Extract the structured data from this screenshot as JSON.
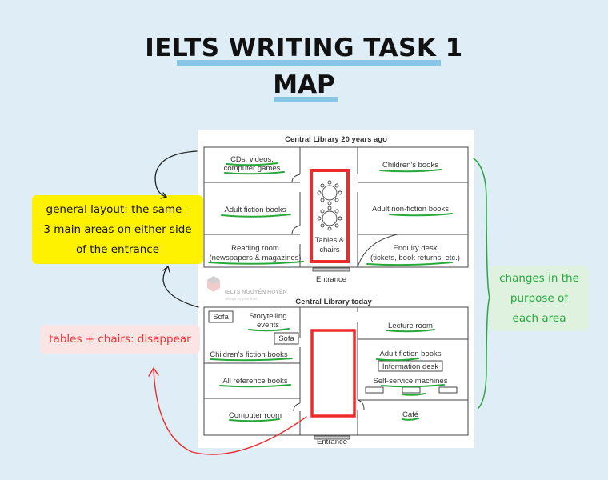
{
  "header": {
    "title": "IELTS WRITING TASK 1",
    "subtitle": "MAP"
  },
  "map_then": {
    "heading": "Central Library 20 years ago",
    "cds_1": "CDs, videos,",
    "cds_2": "computer games",
    "childrens": "Children's books",
    "adult_fiction": "Adult fiction books",
    "adult_nonfiction": "Adult non-fiction books",
    "reading_1": "Reading room",
    "reading_2": "(newspapers & magazines)",
    "tables_1": "Tables &",
    "tables_2": "chairs",
    "enquiry_1": "Enquiry desk",
    "enquiry_2": "(tickets, book returns, etc.)",
    "entrance": "Entrance"
  },
  "watermark": {
    "brand": "IELTS NGUYỄN HUYỀN",
    "slogan": "Always try your best"
  },
  "map_now": {
    "heading": "Central Library today",
    "sofa_1": "Sofa",
    "story_1": "Storytelling",
    "story_2": "events",
    "sofa_2": "Sofa",
    "childrens_fiction": "Children's fiction books",
    "reference": "All reference books",
    "computer": "Computer room",
    "lecture": "Lecture room",
    "adult_fiction": "Adult fiction books",
    "info_desk": "Information desk",
    "self_service": "Self-service machines",
    "cafe": "Café",
    "entrance": "Entrance"
  },
  "notes": {
    "layout_1": "general layout: the same -",
    "layout_2": "3 main areas on either side",
    "layout_3": "of the entrance",
    "tables": "tables + chairs: disappear",
    "changes_1": "changes in the",
    "changes_2": "purpose of",
    "changes_3": "each area"
  },
  "colors": {
    "background": "#deedf6",
    "title_underline": "#86c6e7",
    "highlight": "#ee2b2b",
    "green_marker": "#27a83a",
    "yellow_note": "#fff200"
  }
}
